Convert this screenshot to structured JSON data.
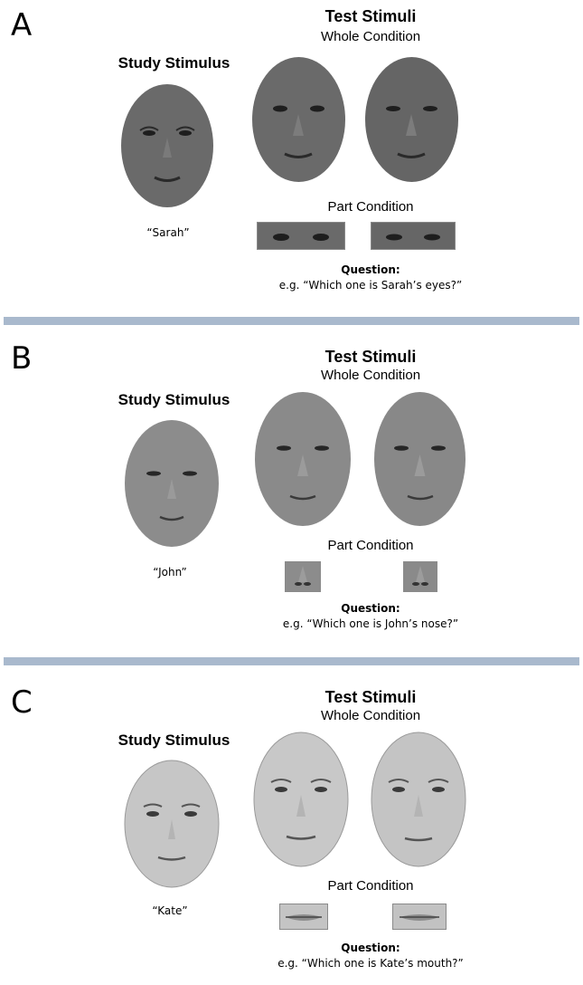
{
  "panels": [
    {
      "letter": "A",
      "test_title": "Test Stimuli",
      "whole_condition": "Whole Condition",
      "study_title": "Study Stimulus",
      "name": "“Sarah”",
      "part_condition": "Part Condition",
      "question_label": "Question:",
      "question_text": "e.g. “Which one is Sarah’s eyes?”",
      "part_feature": "eyes",
      "skin_tone": "#6a6a6a"
    },
    {
      "letter": "B",
      "test_title": "Test Stimuli",
      "whole_condition": "Whole Condition",
      "study_title": "Study Stimulus",
      "name": "“John”",
      "part_condition": "Part Condition",
      "question_label": "Question:",
      "question_text": "e.g. “Which one is John’s nose?”",
      "part_feature": "nose",
      "skin_tone": "#8c8c8c"
    },
    {
      "letter": "C",
      "test_title": "Test Stimuli",
      "whole_condition": "Whole Condition",
      "study_title": "Study Stimulus",
      "name": "“Kate”",
      "part_condition": "Part Condition",
      "question_label": "Question:",
      "question_text": "e.g. “Which one is Kate’s mouth?”",
      "part_feature": "mouth",
      "skin_tone": "#c6c6c6"
    }
  ],
  "divider_color": "#a9b9cd"
}
